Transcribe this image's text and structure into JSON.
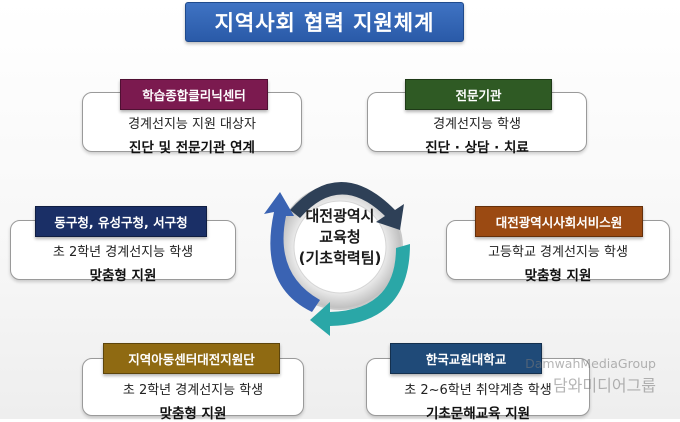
{
  "title": "지역사회 협력 지원체계",
  "center": {
    "line1": "대전광역시",
    "line2": "교육청",
    "line3": "(기초학력팀)"
  },
  "nodes": [
    {
      "id": "clinic",
      "tag": "학습종합클리닉센터",
      "line1": "경계선지능 지원 대상자",
      "line2": "진단 및 전문기관 연계",
      "color": "#7b1a4f"
    },
    {
      "id": "expert",
      "tag": "전문기관",
      "line1": "경계선지능 학생",
      "line2": "진단 · 상담 · 치료",
      "color": "#2f5a24"
    },
    {
      "id": "district",
      "tag": "동구청, 유성구청, 서구청",
      "line1": "초 2학년 경계선지능 학생",
      "line2": "맞춤형 지원",
      "color": "#1a2f66"
    },
    {
      "id": "social",
      "tag": "대전광역시사회서비스원",
      "line1": "고등학교 경계선지능 학생",
      "line2": "맞춤형 지원",
      "color": "#9b4a12"
    },
    {
      "id": "child",
      "tag": "지역아동센터대전지원단",
      "line1": "초 2학년 경계선지능 학생",
      "line2": "맞춤형 지원",
      "color": "#8f6a12"
    },
    {
      "id": "knue",
      "tag": "한국교원대학교",
      "line1": "초 2~6학년 취약계층 학생",
      "line2": "기초문해교육 지원",
      "color": "#1f4a78"
    }
  ],
  "arrow_colors": [
    "#2e4057",
    "#2aa7a7",
    "#3a63b3"
  ],
  "watermark": {
    "en": "DamwahMediaGroup",
    "ko": "담와미디어그룹"
  }
}
